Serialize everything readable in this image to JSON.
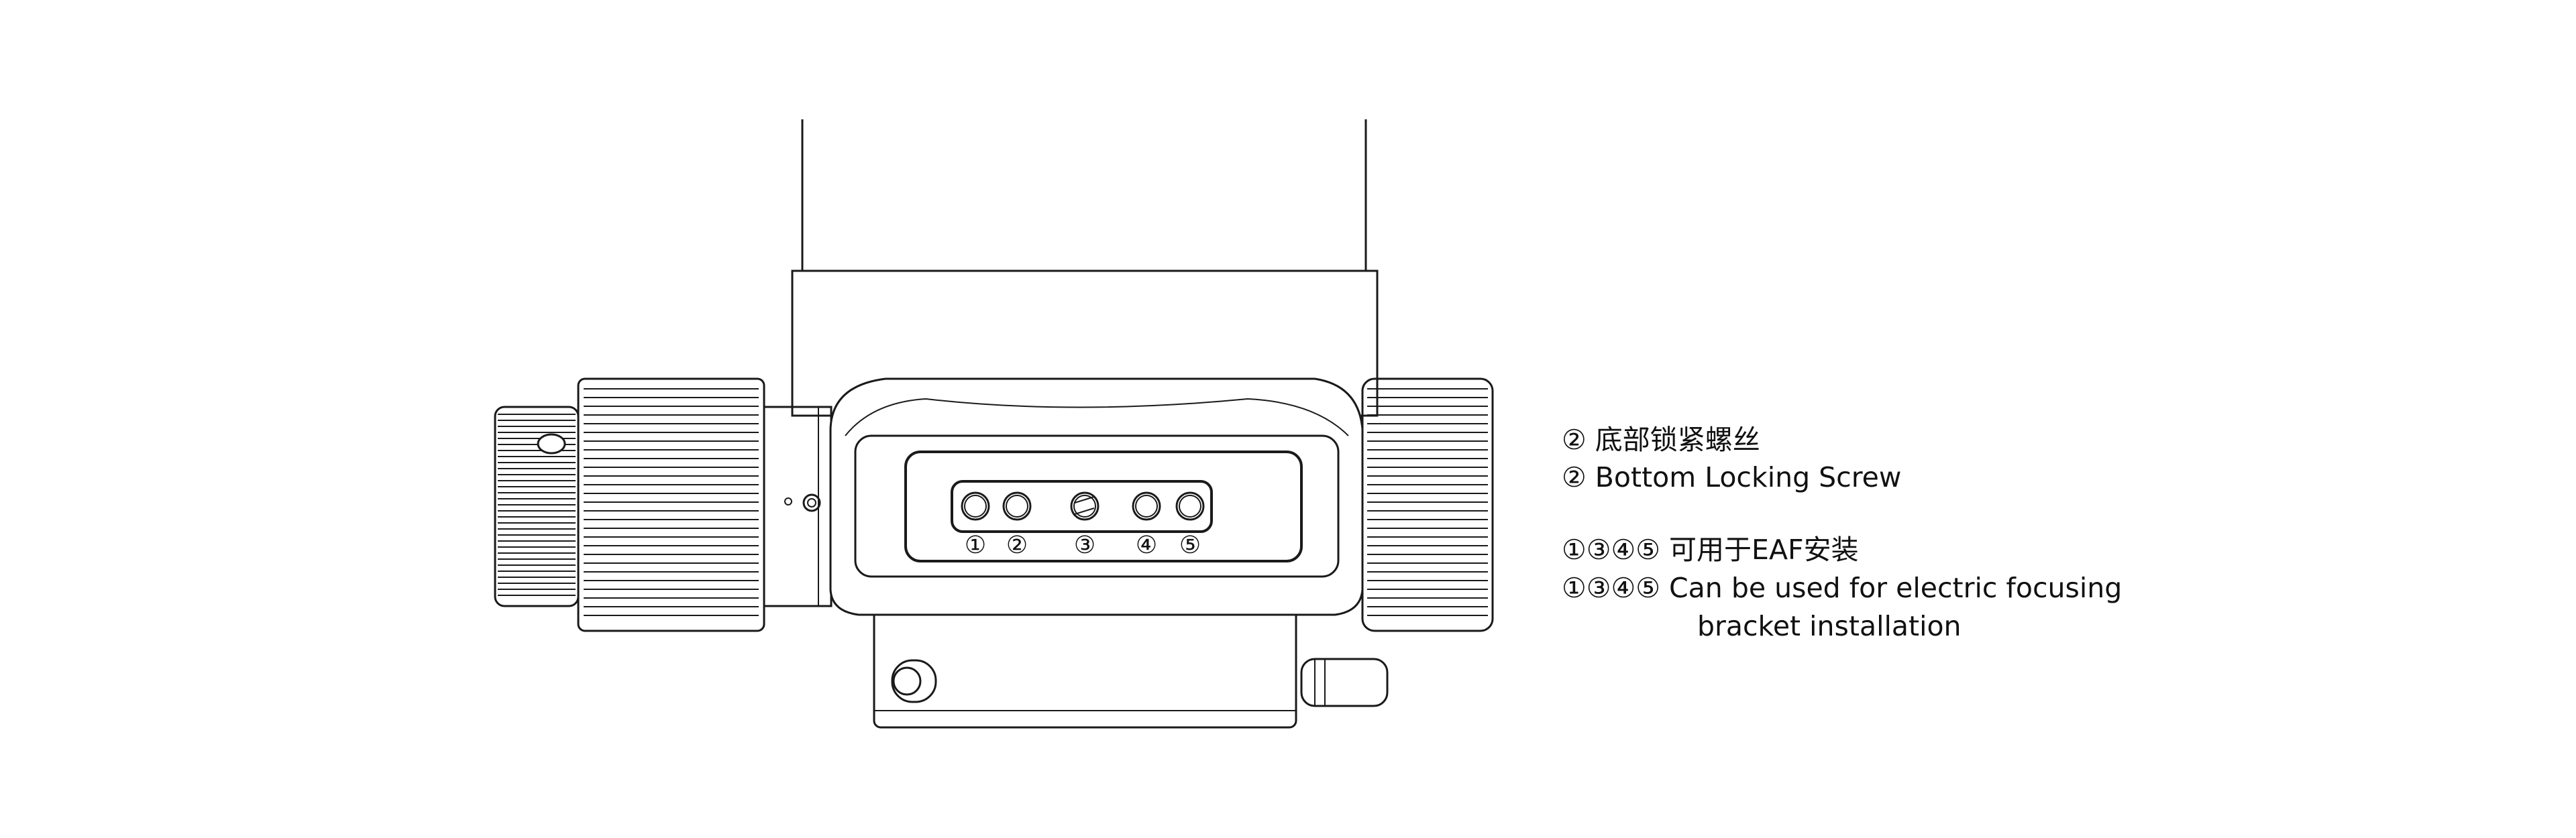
{
  "hole_labels": [
    "①",
    "②",
    "③",
    "④",
    "⑤"
  ],
  "legend": {
    "line1_cn": "② 底部锁紧螺丝",
    "line1_en": "② Bottom Locking Screw",
    "line2_cn": "①③④⑤ 可用于EAF安装",
    "line2_en": "①③④⑤ Can be used for electric focusing",
    "line2_en_cont": "bracket installation"
  }
}
